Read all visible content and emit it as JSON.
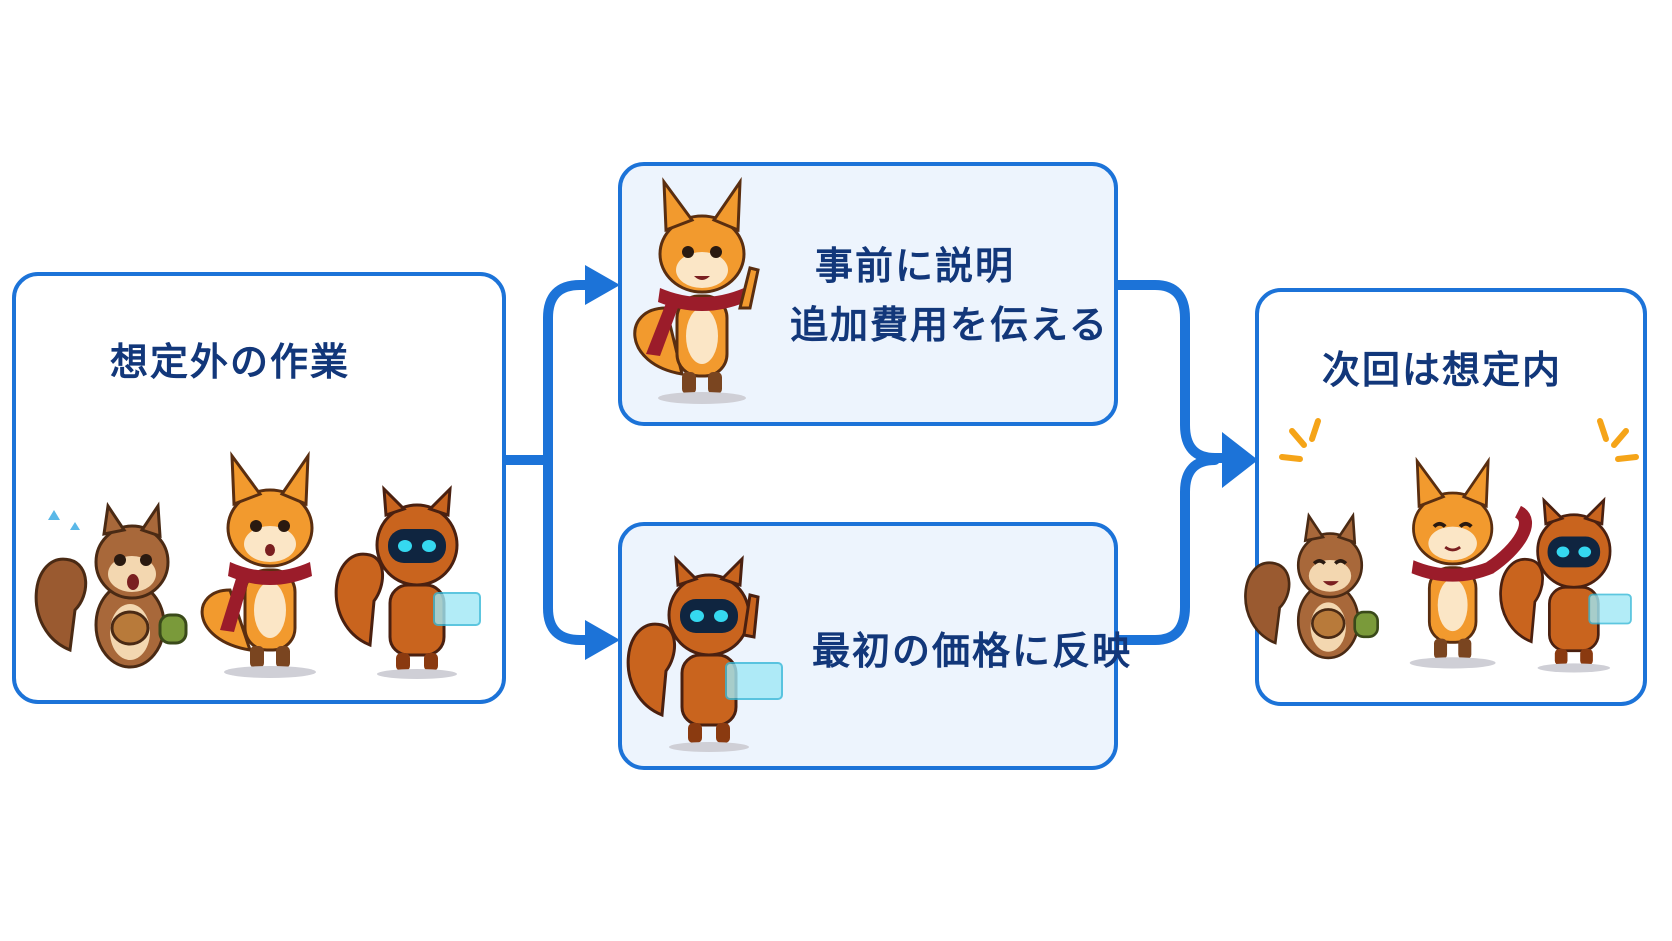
{
  "diagram": {
    "start": {
      "label": "想定外の作業"
    },
    "branch_top": {
      "line1": "事前に説明",
      "line2": "追加費用を伝える"
    },
    "branch_bottom": {
      "label": "最初の価格に反映"
    },
    "end": {
      "label": "次回は想定内"
    }
  },
  "colors": {
    "accent": "#1c73d8",
    "text": "#12377a",
    "box_fill_tinted": "#edf4fd",
    "fox": "#f29a2e",
    "squirrel": "#9a5a30",
    "robot": "#c9641e",
    "robot_visor": "#35d8f0",
    "scarf": "#9b1c2a"
  },
  "icons": {
    "start": [
      "squirrel-icon",
      "fox-icon",
      "robot-squirrel-icon"
    ],
    "branch_top": [
      "fox-icon"
    ],
    "branch_bottom": [
      "robot-squirrel-icon"
    ],
    "end": [
      "squirrel-icon",
      "fox-icon",
      "robot-squirrel-icon"
    ]
  }
}
